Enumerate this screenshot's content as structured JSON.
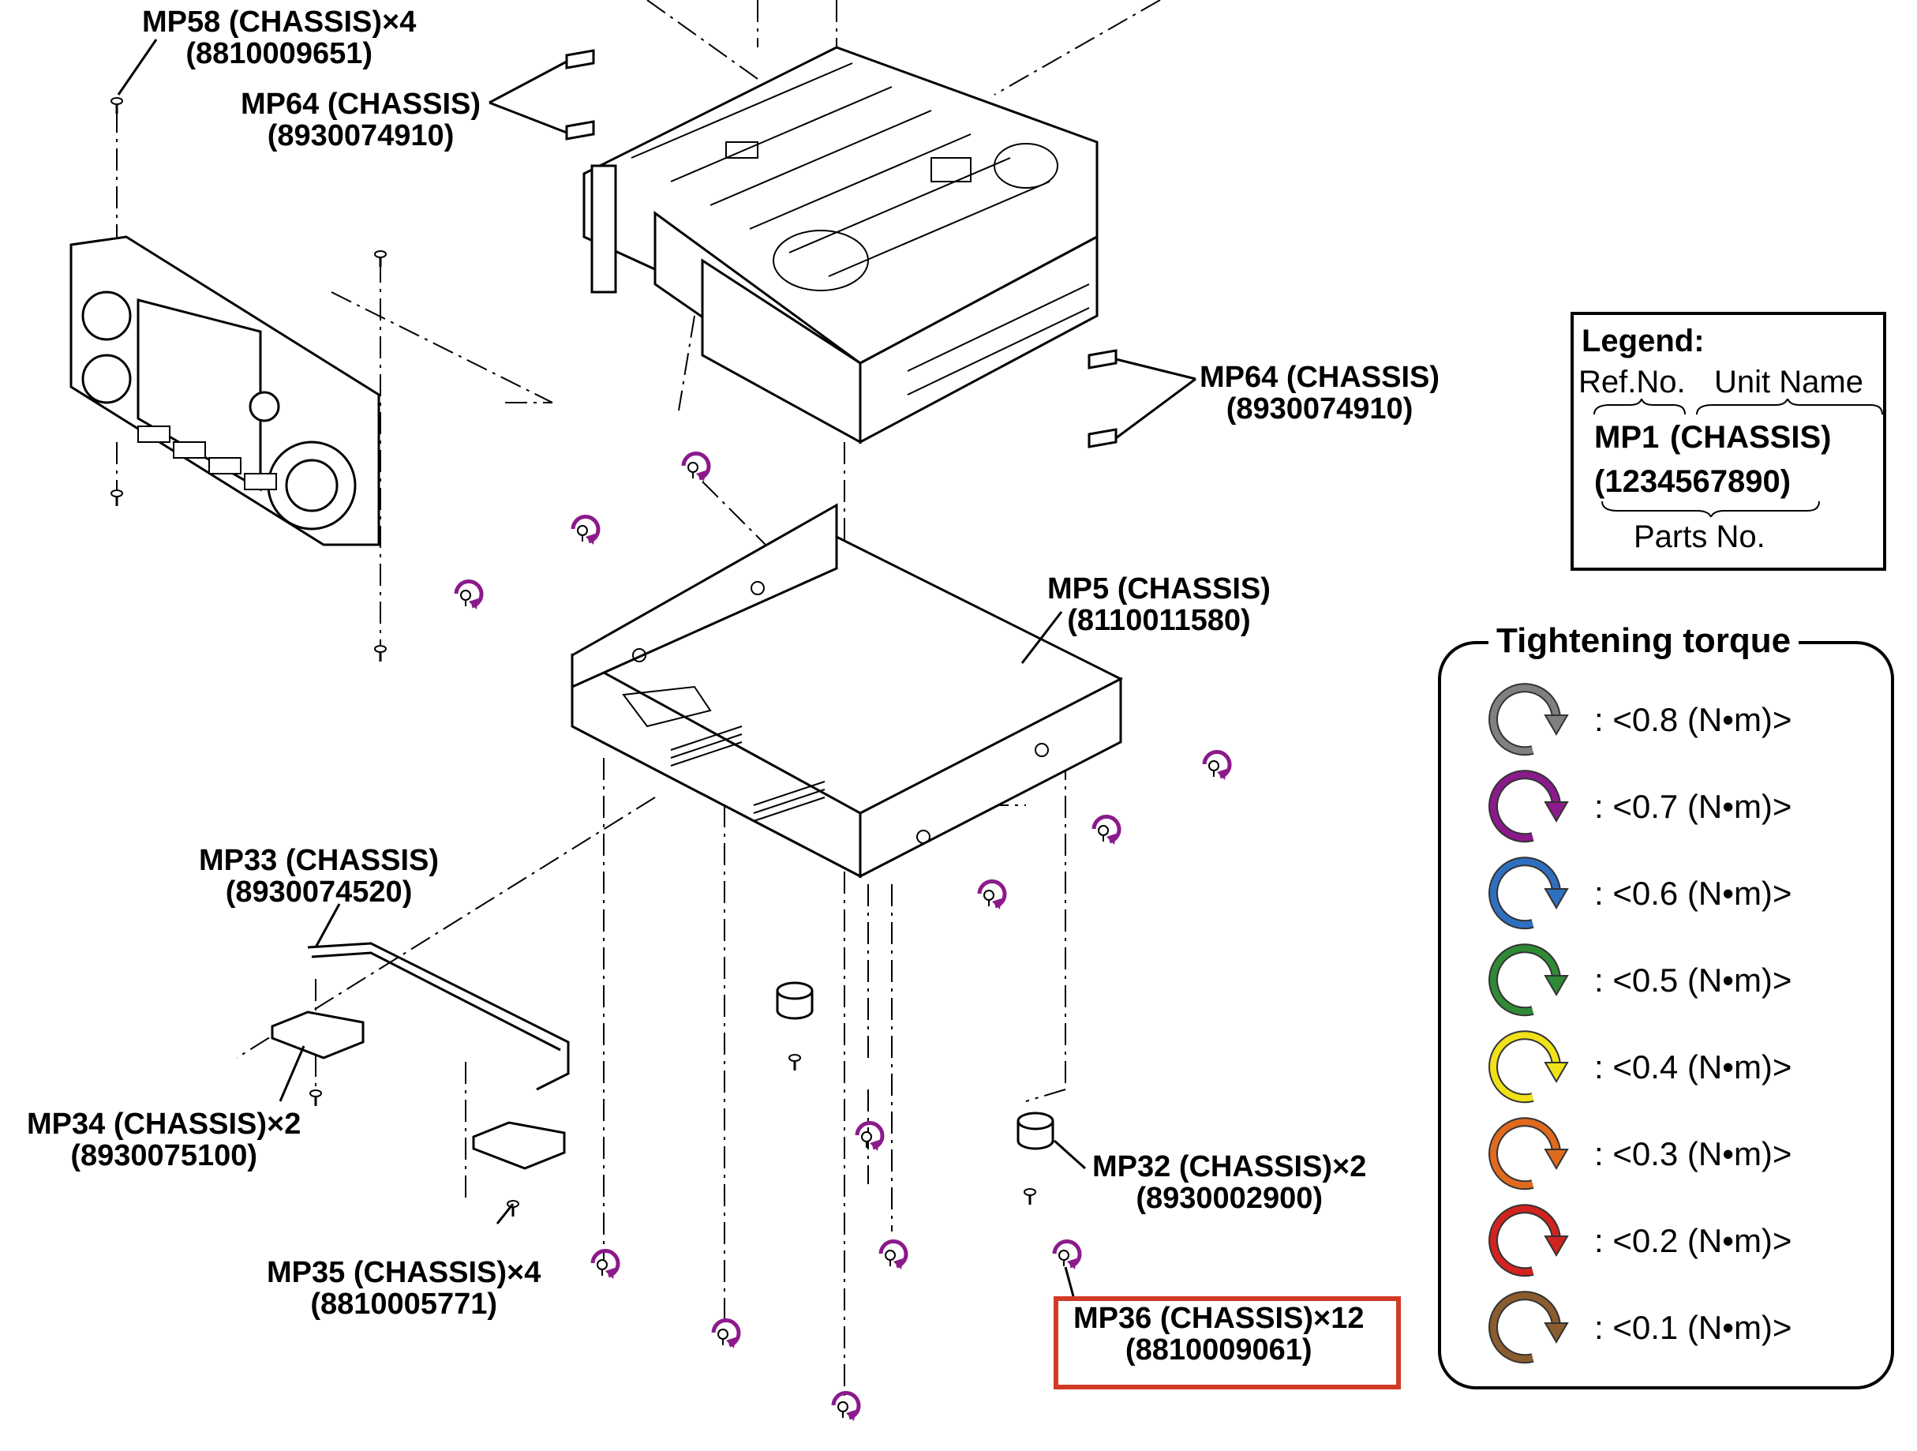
{
  "callouts": [
    {
      "ref": "MP58 (CHASSIS)×4",
      "part": "(8810009651)"
    },
    {
      "ref": "MP64 (CHASSIS)",
      "part": "(8930074910)"
    },
    {
      "ref": "MP64 (CHASSIS)",
      "part": "(8930074910)"
    },
    {
      "ref": "MP5 (CHASSIS)",
      "part": "(8110011580)"
    },
    {
      "ref": "MP33 (CHASSIS)",
      "part": "(8930074520)"
    },
    {
      "ref": "MP34 (CHASSIS)×2",
      "part": "(8930075100)"
    },
    {
      "ref": "MP35 (CHASSIS)×4",
      "part": "(8810005771)"
    },
    {
      "ref": "MP32 (CHASSIS)×2",
      "part": "(8930002900)"
    },
    {
      "ref": "MP36 (CHASSIS)×12",
      "part": "(8810009061)"
    }
  ],
  "legend": {
    "title": "Legend:",
    "ref_no": "Ref.No.",
    "unit_name": "Unit Name",
    "example_ref": "MP1",
    "example_unit": "(CHASSIS)",
    "example_part": "(1234567890)",
    "parts_no": "Parts No."
  },
  "torque": {
    "title": "Tightening torque",
    "rows": [
      {
        "value": ": <0.8 (N•m)>",
        "color": "#808080"
      },
      {
        "value": ": <0.7 (N•m)>",
        "color": "#8b1a8b"
      },
      {
        "value": ": <0.6 (N•m)>",
        "color": "#2e6fc0"
      },
      {
        "value": ": <0.5 (N•m)>",
        "color": "#2f8a35"
      },
      {
        "value": ": <0.4 (N•m)>",
        "color": "#f0e11a"
      },
      {
        "value": ": <0.3 (N•m)>",
        "color": "#e06a1e"
      },
      {
        "value": ": <0.2 (N•m)>",
        "color": "#d3231f"
      },
      {
        "value": ": <0.1 (N•m)>",
        "color": "#8a5c2e"
      }
    ]
  },
  "highlight_color": "#d13a25",
  "screw_torque_color": "#8b1a8b"
}
